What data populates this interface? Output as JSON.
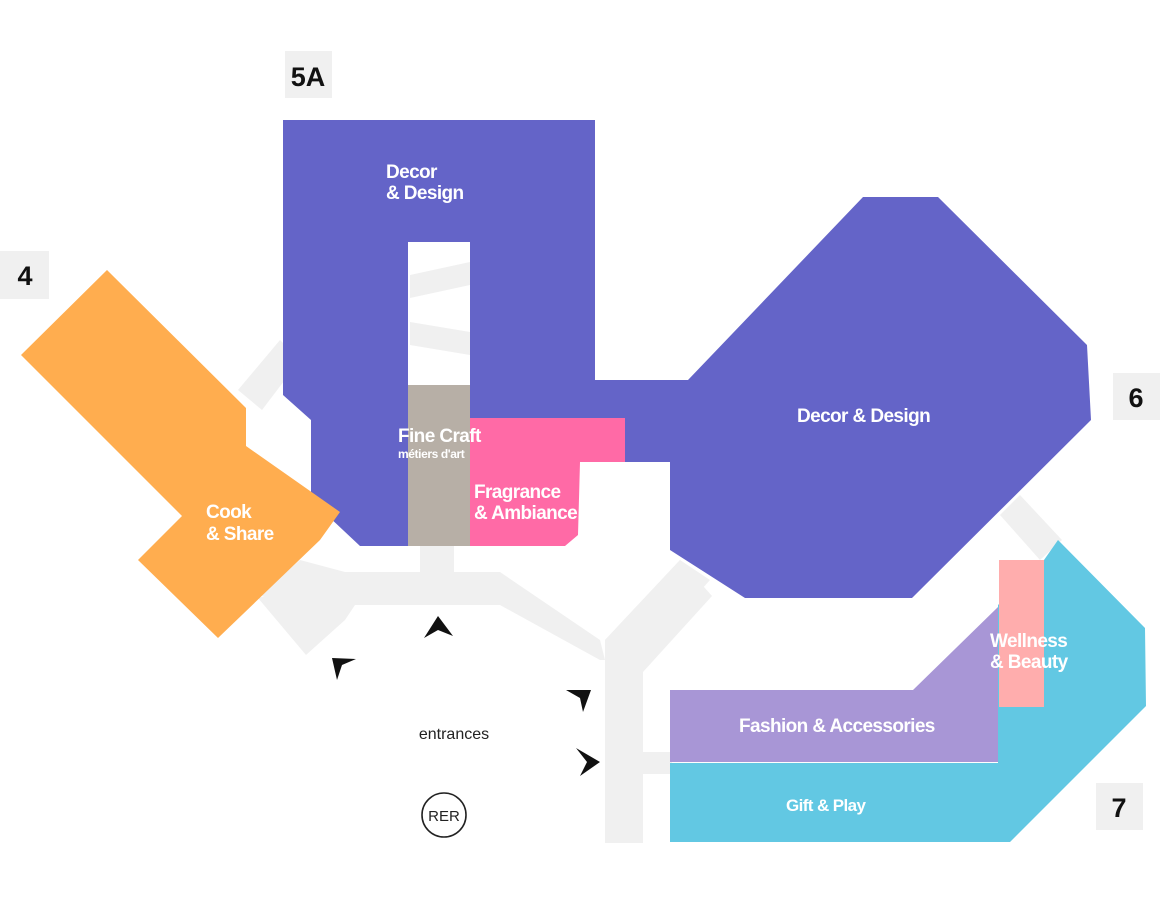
{
  "colors": {
    "corridor": "#f0f0f0",
    "decor": "#6464c8",
    "cook": "#ffad4f",
    "craft": "#b7afa6",
    "fragrance": "#ff6aa6",
    "gift": "#62c8e3",
    "fashion": "#a896d6",
    "wellness": "#ffadad",
    "hall_bg": "#f0f0f0",
    "arrow": "#111111"
  },
  "halls": [
    {
      "id": "hall-5a",
      "label": "5A"
    },
    {
      "id": "hall-4",
      "label": "4"
    },
    {
      "id": "hall-6",
      "label": "6"
    },
    {
      "id": "hall-7",
      "label": "7"
    }
  ],
  "zones": {
    "decor_left": {
      "line1": "Decor",
      "line2": "& Design"
    },
    "decor_right": {
      "label": "Decor & Design"
    },
    "cook": {
      "line1": "Cook",
      "line2": "& Share"
    },
    "fine_craft": {
      "label": "Fine Craft",
      "sublabel": "métiers d'art"
    },
    "fragrance": {
      "line1": "Fragrance",
      "line2": "& Ambiance"
    },
    "wellness": {
      "line1": "Wellness",
      "line2": "& Beauty"
    },
    "fashion": {
      "label": "Fashion & Accessories"
    },
    "gift": {
      "label": "Gift & Play"
    }
  },
  "entrances_label": "entrances",
  "rer_label": "RER"
}
